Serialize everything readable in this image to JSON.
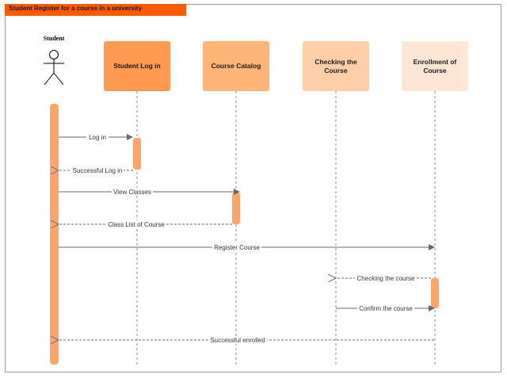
{
  "diagram": {
    "title": "Student Register for a course in a university",
    "actor": {
      "label": "Student"
    },
    "lifelines": [
      {
        "label": "Student Log in",
        "color": "#ff9a50"
      },
      {
        "label": "Course Catalog",
        "color": "#ffb576"
      },
      {
        "label": "Checking the Course",
        "color": "#ffcfaa"
      },
      {
        "label": "Enrollment of Course",
        "color": "#ffe6d5"
      }
    ],
    "messages": [
      {
        "label": "Log in",
        "style": "solid"
      },
      {
        "label": "Successful Log in",
        "style": "dashed"
      },
      {
        "label": "View Classes",
        "style": "solid"
      },
      {
        "label": "Class List of Course",
        "style": "dashed"
      },
      {
        "label": "Register Course",
        "style": "solid"
      },
      {
        "label": "Checking the course",
        "style": "dashed"
      },
      {
        "label": "Confirm the course",
        "style": "solid"
      },
      {
        "label": "Successful enrolled",
        "style": "dashed"
      }
    ],
    "colors": {
      "accent": "#ff5a00",
      "activation": "#ffa56a",
      "line": "#6a6a6a"
    }
  }
}
